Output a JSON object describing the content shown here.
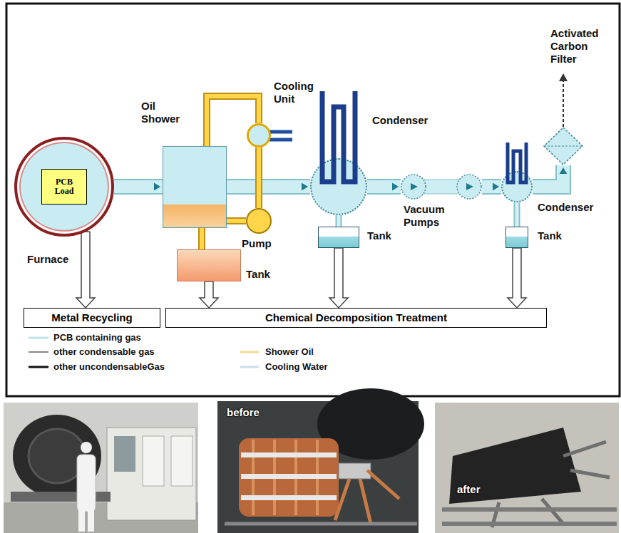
{
  "diagram": {
    "nodes": [
      {
        "text": [
          "Furnace"
        ]
      },
      {
        "text": [
          "PCB Load"
        ],
        "in": 0
      },
      {
        "text": [
          "Oil Shower"
        ]
      },
      {
        "text": [
          "Cooling Unit"
        ]
      },
      {
        "text": [
          "Pump"
        ]
      },
      {
        "text": [
          "Tank"
        ]
      },
      {
        "text": [
          "Condenser"
        ]
      },
      {
        "text": [
          "Tank"
        ]
      },
      {
        "text": [
          "Vacuum Pumps"
        ]
      },
      {
        "text": [
          "Condenser"
        ]
      },
      {
        "text": [
          "Tank"
        ]
      },
      {
        "text": [
          "Activated Carbon Filter"
        ]
      },
      {
        "text": [
          "Metal Recycling"
        ]
      },
      {
        "text": [
          "Chemical Decomposition Treatment"
        ]
      }
    ],
    "edges": [
      {
        "from": 0,
        "to": 2,
        "arrow": "to"
      },
      {
        "from": 2,
        "to": 6,
        "arrow": "to"
      },
      {
        "from": 6,
        "to": 8,
        "arrow": "to"
      },
      {
        "from": 8,
        "to": 9,
        "arrow": "to"
      },
      {
        "from": 9,
        "to": 11,
        "arrow": "to"
      },
      {
        "from": 2,
        "to": 4,
        "arrow": "none"
      },
      {
        "from": 4,
        "to": 3,
        "arrow": "none"
      },
      {
        "from": 3,
        "to": 2,
        "arrow": "none"
      },
      {
        "from": 2,
        "to": 5,
        "arrow": "none"
      },
      {
        "from": 6,
        "to": 7,
        "arrow": "none"
      },
      {
        "from": 9,
        "to": 10,
        "arrow": "none"
      },
      {
        "from": 0,
        "to": 12,
        "arrow": "to"
      },
      {
        "from": 5,
        "to": 13,
        "arrow": "to"
      },
      {
        "from": 7,
        "to": 13,
        "arrow": "to"
      },
      {
        "from": 10,
        "to": 13,
        "arrow": "to"
      }
    ],
    "labels": [
      "before",
      "after"
    ],
    "legend": [
      {
        "text": "PCB containing gas"
      },
      {
        "text": "other condensable gas"
      },
      {
        "text": "other uncondensableGas"
      },
      {
        "text": "Shower Oil"
      },
      {
        "text": "Cooling Water"
      }
    ]
  }
}
